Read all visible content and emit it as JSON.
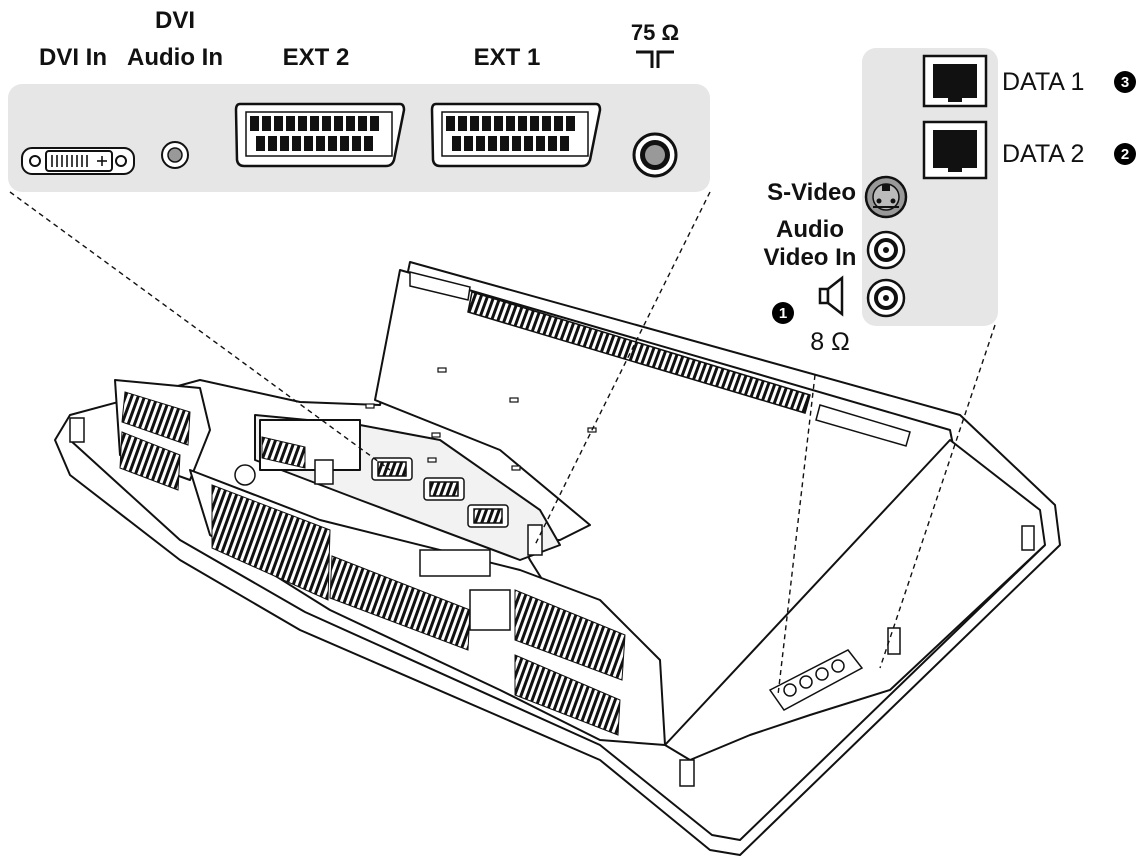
{
  "top_panel": {
    "dvi_in": "DVI In",
    "dvi_audio_line1": "DVI",
    "dvi_audio_line2": "Audio In",
    "ext2": "EXT 2",
    "ext1": "EXT 1",
    "antenna": "75 Ω"
  },
  "side_panel": {
    "data1": "DATA 1",
    "data2": "DATA 2",
    "svideo": "S-Video",
    "audio_video_line1": "Audio",
    "audio_video_line2": "Video In",
    "speaker_ohm": "8 Ω",
    "badge_1": "1",
    "badge_2": "2",
    "badge_3": "3"
  },
  "colors": {
    "panel": "#e6e6e6",
    "line": "#111111",
    "badge": "#000000"
  }
}
